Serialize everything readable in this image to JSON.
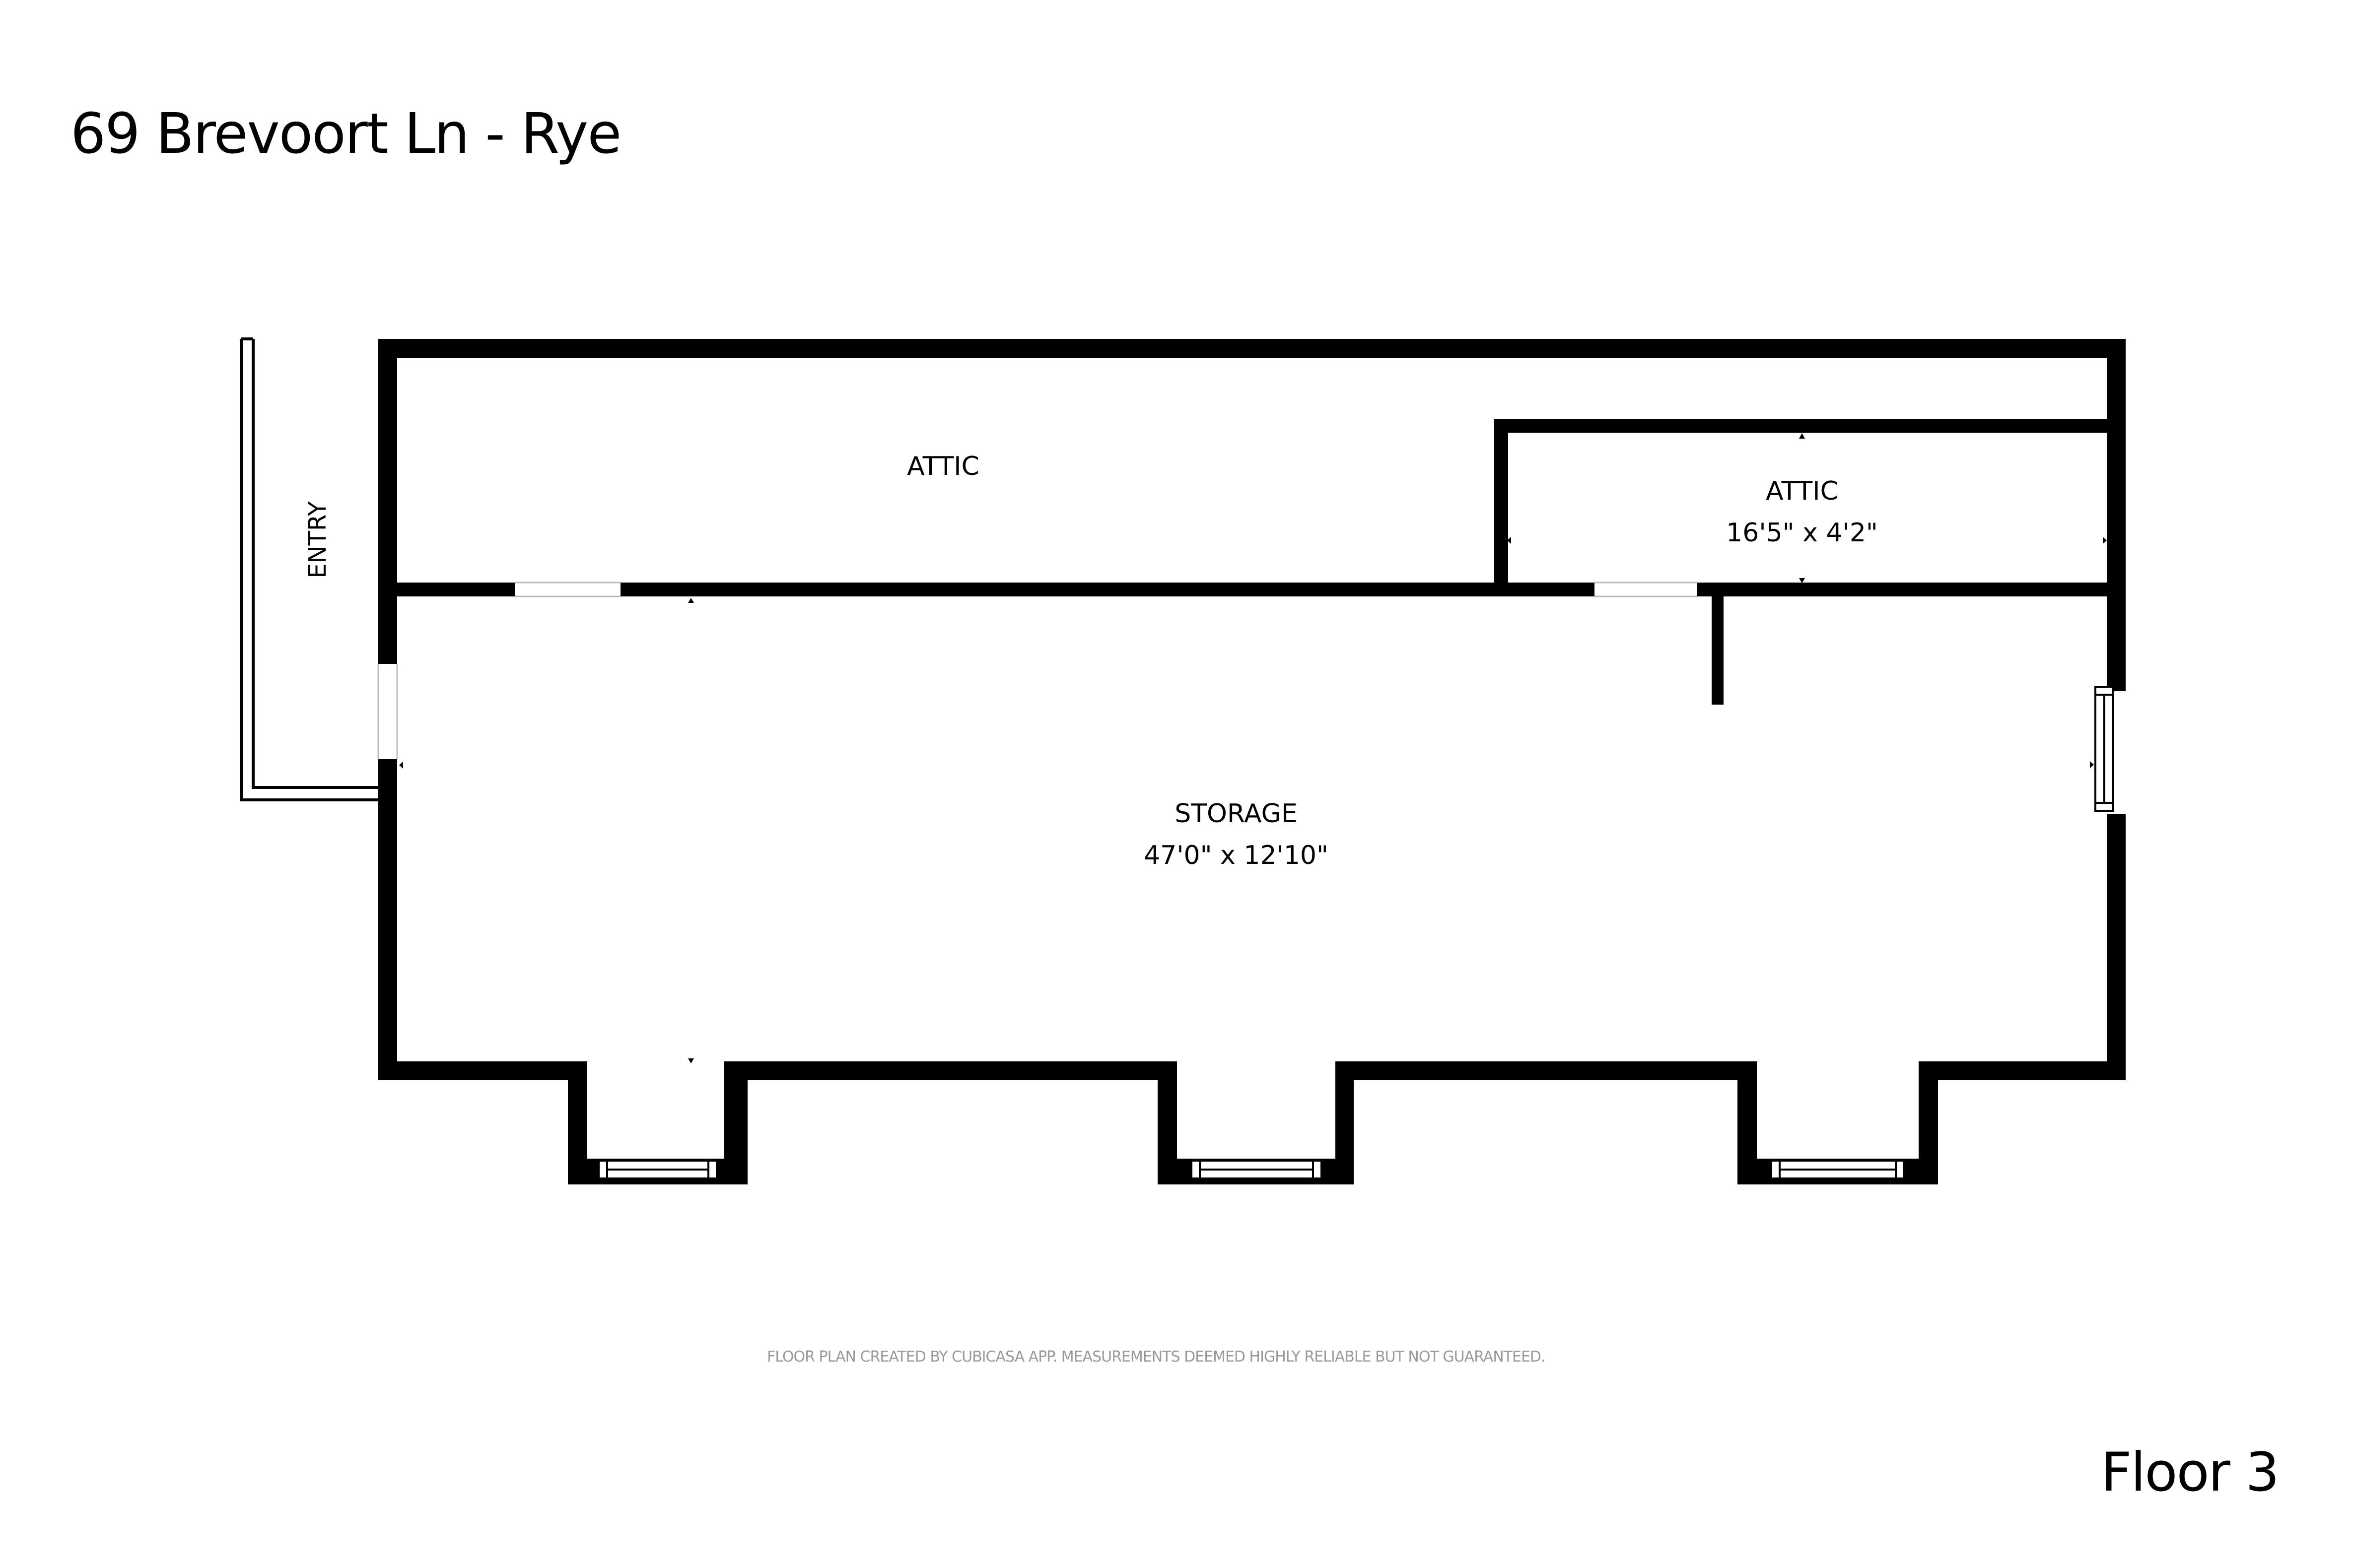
{
  "header": {
    "title": "69 Brevoort Ln - Rye"
  },
  "floor_plan": {
    "floor_label": "Floor 3",
    "rooms": [
      {
        "id": "attic-main",
        "name": "ATTIC",
        "dimensions": ""
      },
      {
        "id": "attic-small",
        "name": "ATTIC",
        "dimensions": "16'5\" x 4'2\""
      },
      {
        "id": "storage",
        "name": "STORAGE",
        "dimensions": "47'0\" x 12'10\""
      },
      {
        "id": "entry",
        "name": "ENTRY",
        "dimensions": ""
      }
    ],
    "bump_outs": 3,
    "colors": {
      "wall": "#000000",
      "background": "#ffffff",
      "disclaimer": "#9a9a9a"
    }
  },
  "footer": {
    "disclaimer": "FLOOR PLAN CREATED BY CUBICASA APP. MEASUREMENTS DEEMED HIGHLY RELIABLE BUT NOT GUARANTEED."
  }
}
